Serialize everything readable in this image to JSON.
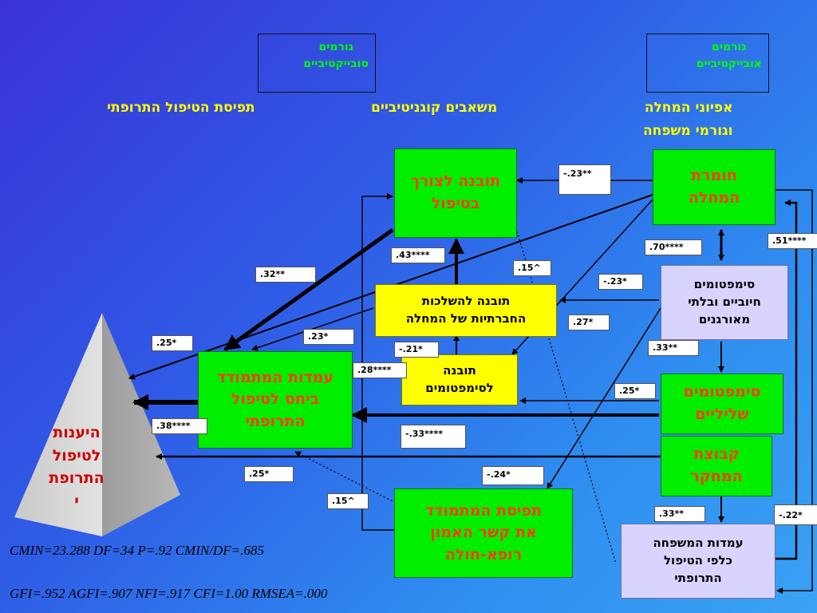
{
  "headers": {
    "subjective_box": "גורמים\nסובייקטיביים",
    "objective_box": "גורמים\nאובייקטיביים",
    "col_left": "תפיסת הטיפול התרופתי",
    "col_mid": "משאבים קוגניטיביים",
    "col_right": "אפיוני המחלה\nוגורמי משפחה"
  },
  "nodes": {
    "insight_need": "תובנה לצורך\nבטיפול",
    "insight_social": "תובנה להשלכות\nהחברתיות של המחלה",
    "insight_symptoms": "תובנה\nלסימפטומים",
    "coping_attitudes": "עמדות המתמודד\nביחס לטיפול\nהתרופתי",
    "coping_perception": "תפיסת המתמודד\nאת קשר האמון\nרופא-חולה",
    "severity": "חומרת\nהמחלה",
    "positive_symptoms": "סימפטומים\nחיוביים ובלתי\nמאורגנים",
    "negative_symptoms": "סימפטומים\nשליליים",
    "study_group": "קבוצת\nהמחקר",
    "family_attitudes": "עמדות המשפחה\nכלפי הטיפול\nהתרופתי",
    "compliance": "היענות\nלטיפול\nהתרופת\nי"
  },
  "coefficients": {
    "c_23_neg": "-.23**",
    "c_43": ".43****",
    "c_15_top": ".15^",
    "c_70": ".70****",
    "c_51": ".51****",
    "c_32": ".32**",
    "c_23_neg_b": "-.23*",
    "c_27": ".27*",
    "c_23": ".23*",
    "c_21_neg": "-.21*",
    "c_25_left": ".25*",
    "c_33_top": ".33**",
    "c_28": ".28****",
    "c_25_mid": ".25*",
    "c_38": ".38****",
    "c_33_neg": "-.33****",
    "c_25_bottom": ".25*",
    "c_24_neg": "-.24*",
    "c_15_bottom": ".15^",
    "c_33_bottom": ".33**",
    "c_22_neg": "-.22*"
  },
  "fit": {
    "line1": "CMIN=23.288    DF=34   P=.92    CMIN/DF=.685",
    "line2": "GFI=.952     AGFI=.907       NFI=.917      CFI=1.00     RMSEA=.000"
  },
  "colors": {
    "node_green": "#00ee00",
    "node_text_red": "#ff3b10",
    "node_yellow": "#ffff00",
    "node_lavender": "#d8d4ff",
    "header_yellow": "#ffff00",
    "header_green": "#00ff00"
  }
}
